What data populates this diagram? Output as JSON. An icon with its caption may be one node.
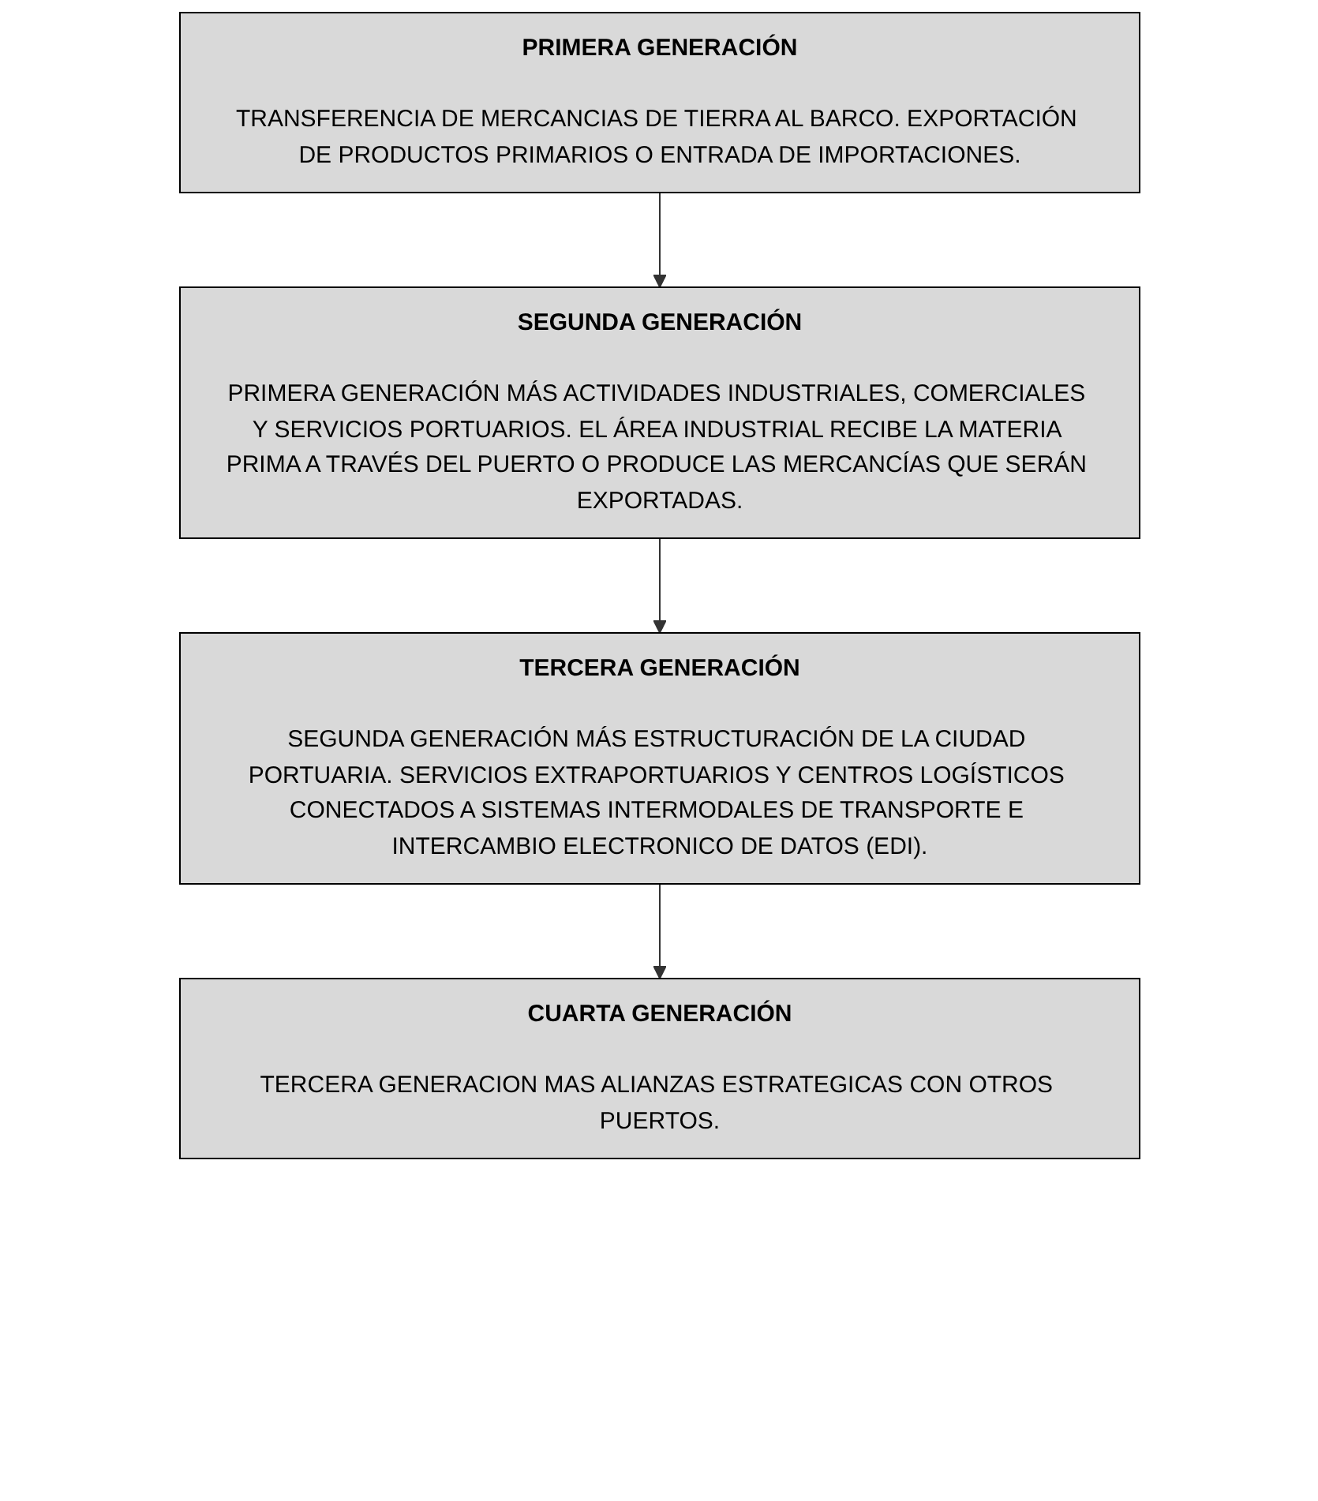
{
  "diagram": {
    "nodes": [
      {
        "text": [
          "PRIMERA GENERACIÓN",
          "TRANSFERENCIA DE MERCANCIAS DE TIERRA AL BARCO. EXPORTACIÓN DE PRODUCTOS PRIMARIOS O ENTRADA DE IMPORTACIONES."
        ]
      },
      {
        "text": [
          "SEGUNDA GENERACIÓN",
          "PRIMERA GENERACIÓN MÁS ACTIVIDADES INDUSTRIALES, COMERCIALES Y SERVICIOS PORTUARIOS. EL ÁREA INDUSTRIAL RECIBE LA MATERIA PRIMA A TRAVÉS DEL PUERTO O PRODUCE LAS MERCANCÍAS QUE SERÁN EXPORTADAS."
        ]
      },
      {
        "text": [
          "TERCERA GENERACIÓN",
          "SEGUNDA GENERACIÓN MÁS ESTRUCTURACIÓN DE LA CIUDAD PORTUARIA. SERVICIOS EXTRAPORTUARIOS Y CENTROS LOGÍSTICOS CONECTADOS A SISTEMAS INTERMODALES DE TRANSPORTE E INTERCAMBIO ELECTRONICO DE DATOS (EDI)."
        ]
      },
      {
        "text": [
          "CUARTA GENERACIÓN",
          "TERCERA GENERACION MAS ALIANZAS ESTRATEGICAS CON OTROS PUERTOS."
        ]
      }
    ],
    "edges": [
      {
        "from": 0,
        "to": 1,
        "arrow": "to"
      },
      {
        "from": 1,
        "to": 2,
        "arrow": "to"
      },
      {
        "from": 2,
        "to": 3,
        "arrow": "to"
      }
    ]
  }
}
